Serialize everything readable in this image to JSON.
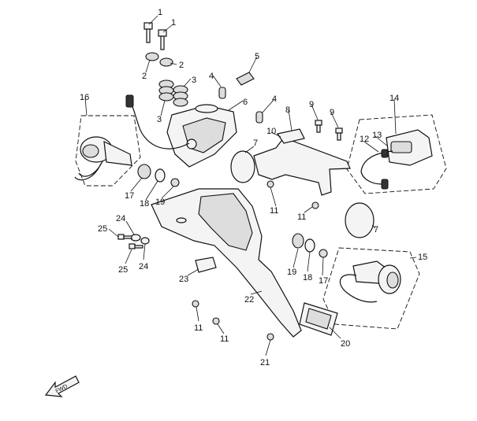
{
  "callouts": [
    {
      "n": "1"
    },
    {
      "n": "1"
    },
    {
      "n": "2"
    },
    {
      "n": "2"
    },
    {
      "n": "3"
    },
    {
      "n": "3"
    },
    {
      "n": "4"
    },
    {
      "n": "5"
    },
    {
      "n": "6"
    },
    {
      "n": "4"
    },
    {
      "n": "8"
    },
    {
      "n": "9"
    },
    {
      "n": "9"
    },
    {
      "n": "10"
    },
    {
      "n": "7"
    },
    {
      "n": "14"
    },
    {
      "n": "13"
    },
    {
      "n": "12"
    },
    {
      "n": "16"
    },
    {
      "n": "17"
    },
    {
      "n": "18"
    },
    {
      "n": "19"
    },
    {
      "n": "11"
    },
    {
      "n": "11"
    },
    {
      "n": "7"
    },
    {
      "n": "24"
    },
    {
      "n": "25"
    },
    {
      "n": "25"
    },
    {
      "n": "24"
    },
    {
      "n": "19"
    },
    {
      "n": "18"
    },
    {
      "n": "17"
    },
    {
      "n": "15"
    },
    {
      "n": "23"
    },
    {
      "n": "22"
    },
    {
      "n": "11"
    },
    {
      "n": "11"
    },
    {
      "n": "20"
    },
    {
      "n": "21"
    }
  ],
  "fwd_label": "FWD"
}
